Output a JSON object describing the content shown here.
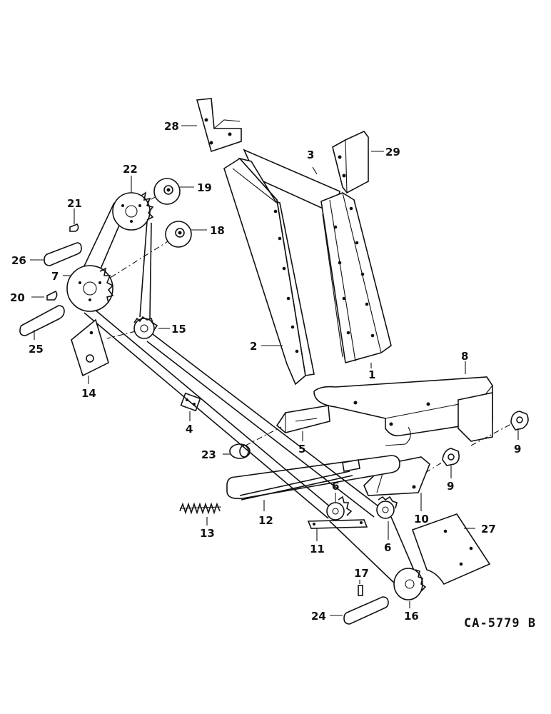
{
  "figure_id": "CA-5779 B",
  "callouts": {
    "c1": "1",
    "c2": "2",
    "c3": "3",
    "c4": "4",
    "c5": "5",
    "c6a": "6",
    "c6b": "6",
    "c7": "7",
    "c8": "8",
    "c9a": "9",
    "c9b": "9",
    "c10": "10",
    "c11": "11",
    "c12": "12",
    "c13": "13",
    "c14": "14",
    "c15": "15",
    "c16": "16",
    "c17": "17",
    "c18": "18",
    "c19": "19",
    "c20": "20",
    "c21": "21",
    "c22": "22",
    "c23": "23",
    "c24": "24",
    "c25": "25",
    "c26": "26",
    "c27": "27",
    "c28": "28",
    "c29": "29"
  }
}
